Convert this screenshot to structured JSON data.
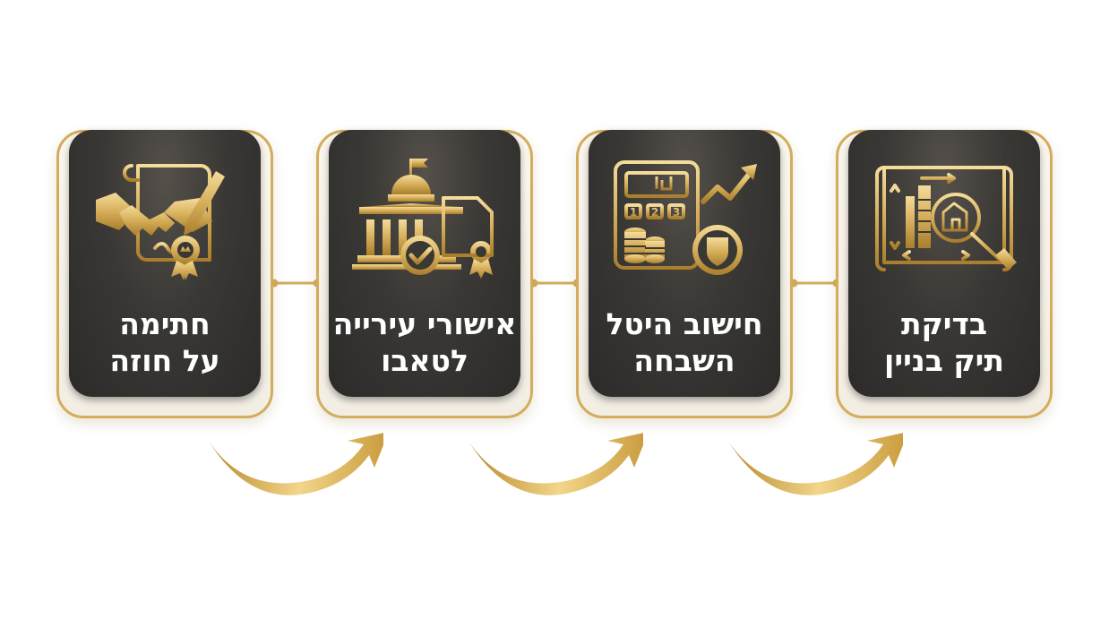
{
  "colors": {
    "gold": "#d2ad5c",
    "card_dark": "#2f2e2c",
    "text": "#ffffff"
  },
  "steps": [
    {
      "title_line1": "חתימה",
      "title_line2": "על חוזה",
      "icon": "contract-handshake-icon"
    },
    {
      "title_line1": "אישורי עירייה",
      "title_line2": "לטאבו",
      "icon": "municipality-approval-icon"
    },
    {
      "title_line1": "חישוב היטל",
      "title_line2": "השבחה",
      "icon": "calculator-growth-icon"
    },
    {
      "title_line1": "בדיקת",
      "title_line2": "תיק בניין",
      "icon": "blueprint-inspection-icon"
    }
  ],
  "calculator_keys": [
    "1",
    "2",
    "3"
  ]
}
